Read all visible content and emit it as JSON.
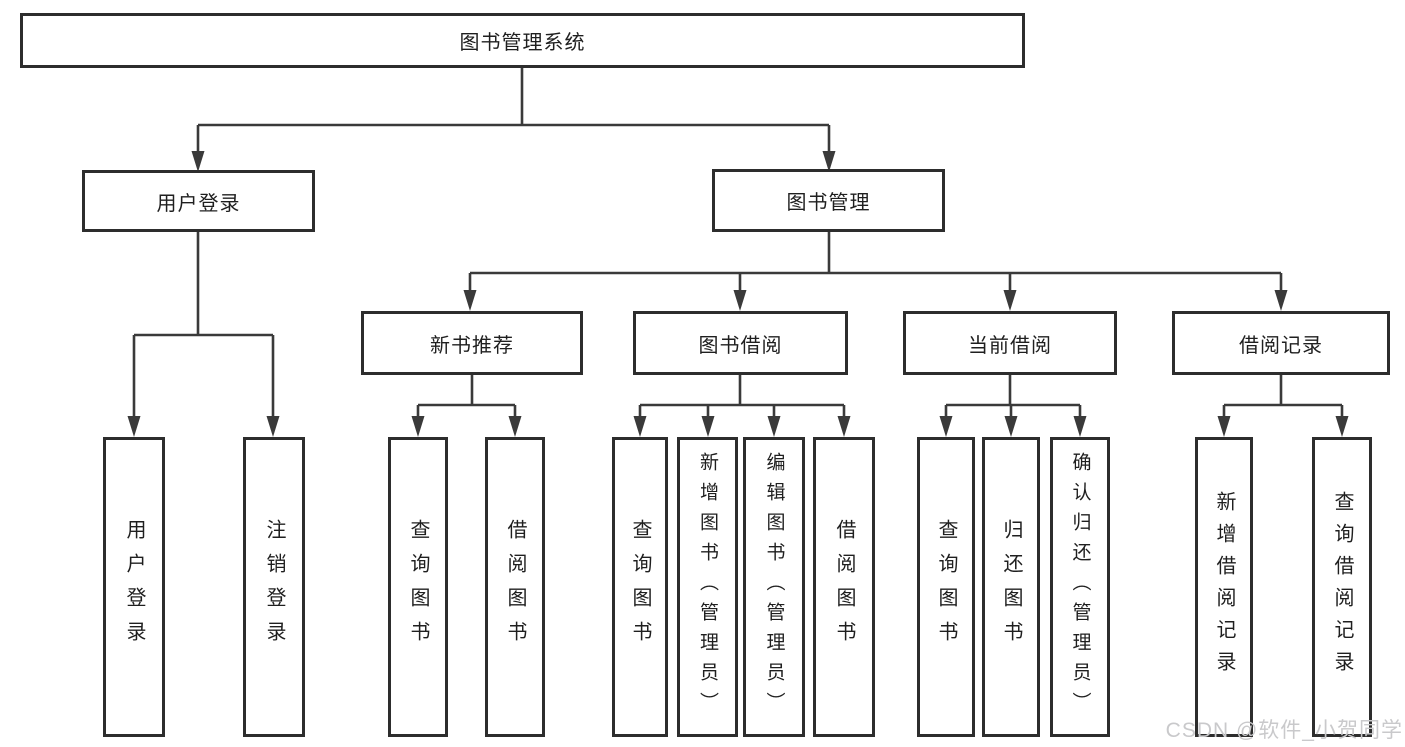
{
  "tree": {
    "root": {
      "label": "图书管理系统"
    },
    "children": [
      {
        "label": "用户登录",
        "children": [
          {
            "label": "用户登录"
          },
          {
            "label": "注销登录"
          }
        ]
      },
      {
        "label": "图书管理",
        "children": [
          {
            "label": "新书推荐",
            "children": [
              {
                "label": "查询图书"
              },
              {
                "label": "借阅图书"
              }
            ]
          },
          {
            "label": "图书借阅",
            "children": [
              {
                "label": "查询图书"
              },
              {
                "label": "新增图书（管理员）"
              },
              {
                "label": "编辑图书（管理员）"
              },
              {
                "label": "借阅图书"
              }
            ]
          },
          {
            "label": "当前借阅",
            "children": [
              {
                "label": "查询图书"
              },
              {
                "label": "归还图书"
              },
              {
                "label": "确认归还（管理员）"
              }
            ]
          },
          {
            "label": "借阅记录",
            "children": [
              {
                "label": "新增借阅记录"
              },
              {
                "label": "查询借阅记录"
              }
            ]
          }
        ]
      }
    ]
  },
  "watermark": {
    "text": "CSDN @软件_小贺同学"
  },
  "colors": {
    "line": "#3a3a3a",
    "box_border": "#2d2d2d",
    "text": "#1f1f1f",
    "background": "#ffffff",
    "watermark": "#c9c9cb"
  }
}
